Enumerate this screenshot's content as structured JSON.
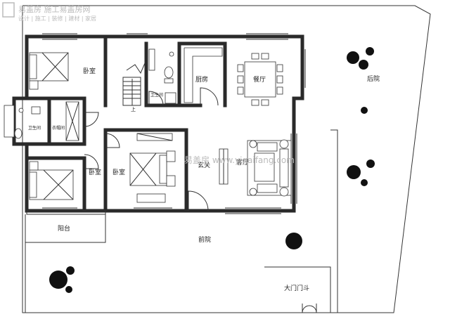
{
  "watermark": {
    "top_line": "易盖房  施工易盖房网",
    "top_sub": "设计 | 施工 | 装修 | 建材 | 家居",
    "center": "易盖房  www.yigaifang.com"
  },
  "rooms": {
    "bedroom_top_left": "卧室",
    "bedroom_bottom_left": "卧室",
    "bedroom_middle": "卧室",
    "kitchen": "厨房",
    "dining": "餐厅",
    "living": "客厅",
    "foyer": "玄关",
    "bathroom_upper": "卫生间",
    "bathroom_left": "卫生间",
    "closet": "衣帽间",
    "balcony": "阳台",
    "stair_up": "上"
  },
  "yards": {
    "front": "前院",
    "back": "后院",
    "gate": "大门门斗"
  }
}
